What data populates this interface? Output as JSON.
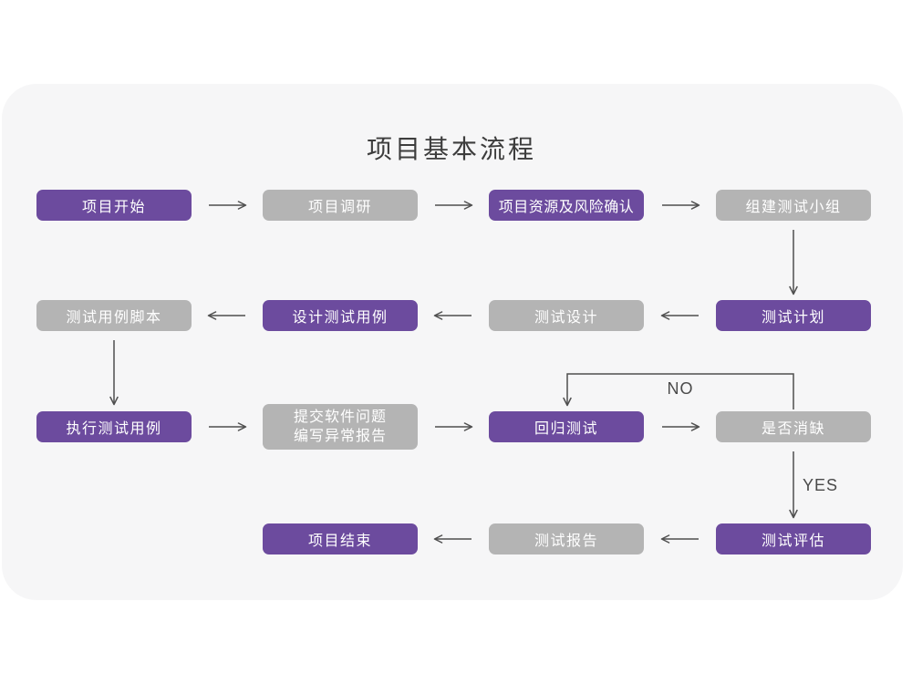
{
  "title": "项目基本流程",
  "colors": {
    "node_purple": "#6c4b9e",
    "node_gray": "#b4b4b4",
    "node_text": "#ffffff",
    "card_background": "#f6f6f7",
    "page_background": "#ffffff",
    "arrow": "#4f4f4f",
    "title_text": "#3d3d3d"
  },
  "nodes": [
    {
      "label": "项目开始",
      "variant": "purple"
    },
    {
      "label": "项目调研",
      "variant": "gray"
    },
    {
      "label": "项目资源及风险确认",
      "variant": "purple"
    },
    {
      "label": "组建测试小组",
      "variant": "gray"
    },
    {
      "label": "测试用例脚本",
      "variant": "gray"
    },
    {
      "label": "设计测试用例",
      "variant": "purple"
    },
    {
      "label": "测试设计",
      "variant": "gray"
    },
    {
      "label": "测试计划",
      "variant": "purple"
    },
    {
      "label": "执行测试用例",
      "variant": "purple"
    },
    {
      "line1": "提交软件问题",
      "line2": "编写异常报告",
      "variant": "gray"
    },
    {
      "label": "回归测试",
      "variant": "purple"
    },
    {
      "label": "是否消缺",
      "variant": "gray"
    },
    {
      "label": "测试评估",
      "variant": "purple"
    },
    {
      "label": "测试报告",
      "variant": "gray"
    },
    {
      "label": "项目结束",
      "variant": "purple"
    }
  ],
  "edge_labels": {
    "no": "NO",
    "yes": "YES"
  }
}
